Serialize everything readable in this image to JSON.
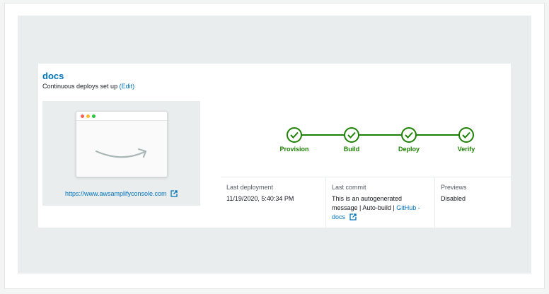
{
  "app": {
    "name": "docs",
    "status_text": "Continuous deploys set up",
    "edit_label": "(Edit)"
  },
  "preview": {
    "url": "https://www.awsamplifyconsole.com"
  },
  "pipeline": {
    "steps": [
      {
        "label": "Provision",
        "status": "complete"
      },
      {
        "label": "Build",
        "status": "complete"
      },
      {
        "label": "Deploy",
        "status": "complete"
      },
      {
        "label": "Verify",
        "status": "complete"
      }
    ],
    "color": "#1d8102"
  },
  "details": {
    "last_deployment": {
      "label": "Last deployment",
      "value": "11/19/2020, 5:40:34 PM"
    },
    "last_commit": {
      "label": "Last commit",
      "message": "This is an autogenerated message | Auto-build |",
      "link_text": "GitHub - docs"
    },
    "previews": {
      "label": "Previews",
      "value": "Disabled"
    }
  },
  "colors": {
    "link": "#0073bb",
    "success": "#1d8102"
  }
}
